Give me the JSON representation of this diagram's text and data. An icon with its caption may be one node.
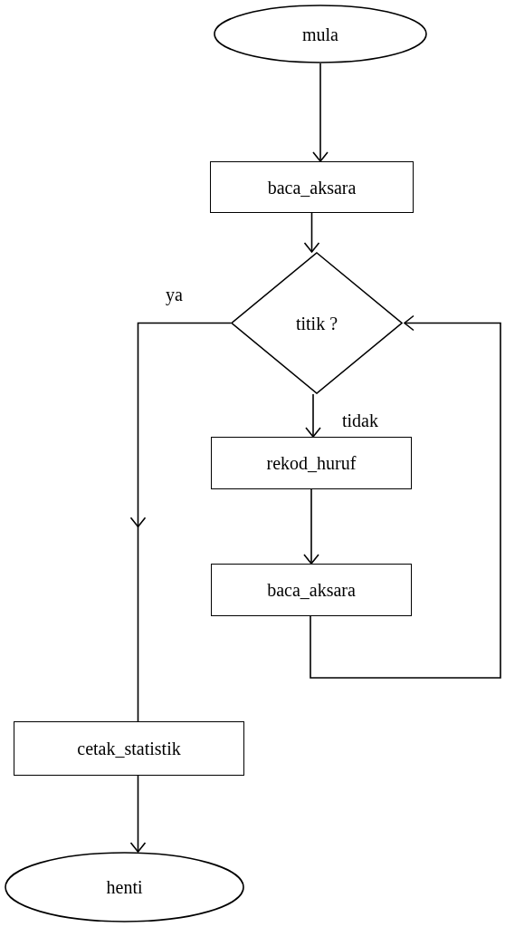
{
  "diagram": {
    "nodes": [
      {
        "text": [
          "mula"
        ]
      },
      {
        "text": [
          "baca_aksara"
        ]
      },
      {
        "text": [
          "titik ?"
        ]
      },
      {
        "text": [
          "rekod_huruf"
        ]
      },
      {
        "text": [
          "baca_aksara"
        ]
      },
      {
        "text": [
          "cetak_statistik"
        ]
      },
      {
        "text": [
          "henti"
        ]
      }
    ],
    "edges": [
      {
        "from": 0,
        "to": 1,
        "arrow": "to"
      },
      {
        "from": 1,
        "to": 2,
        "arrow": "to"
      },
      {
        "from": 2,
        "to": 5,
        "arrow": "to",
        "label": "ya"
      },
      {
        "from": 2,
        "to": 3,
        "arrow": "to",
        "label": "tidak"
      },
      {
        "from": 3,
        "to": 4,
        "arrow": "to"
      },
      {
        "from": 4,
        "to": 2,
        "arrow": "to"
      },
      {
        "from": 5,
        "to": 6,
        "arrow": "to"
      }
    ]
  }
}
